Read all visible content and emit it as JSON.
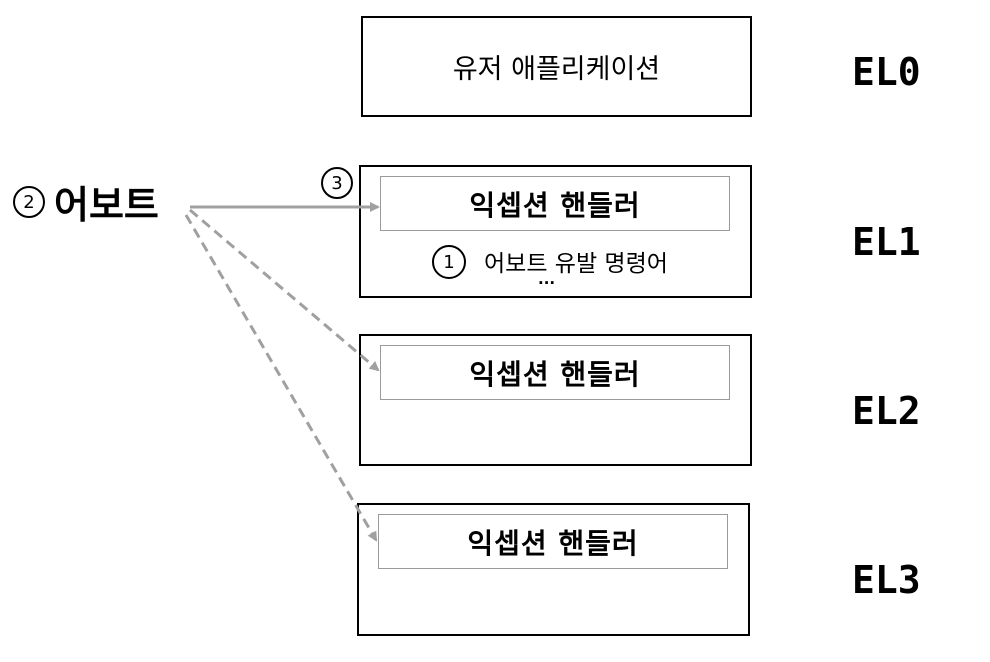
{
  "el0": {
    "app_label": "유저 애플리케이션",
    "level": "EL0"
  },
  "el1": {
    "handler_label": "익셉션  핸들러",
    "instruction_label": "어보트 유발 명령어",
    "ellipsis": "...",
    "level": "EL1"
  },
  "el2": {
    "handler_label": "익셉션  핸들러",
    "level": "EL2"
  },
  "el3": {
    "handler_label": "익셉션  핸들러",
    "level": "EL3"
  },
  "abort": {
    "label": "어보트"
  },
  "steps": {
    "one": "1",
    "two": "2",
    "three": "3"
  },
  "colors": {
    "arrow": "#a0a0a0",
    "border": "#000000",
    "inner_border": "#9a9a9a"
  }
}
